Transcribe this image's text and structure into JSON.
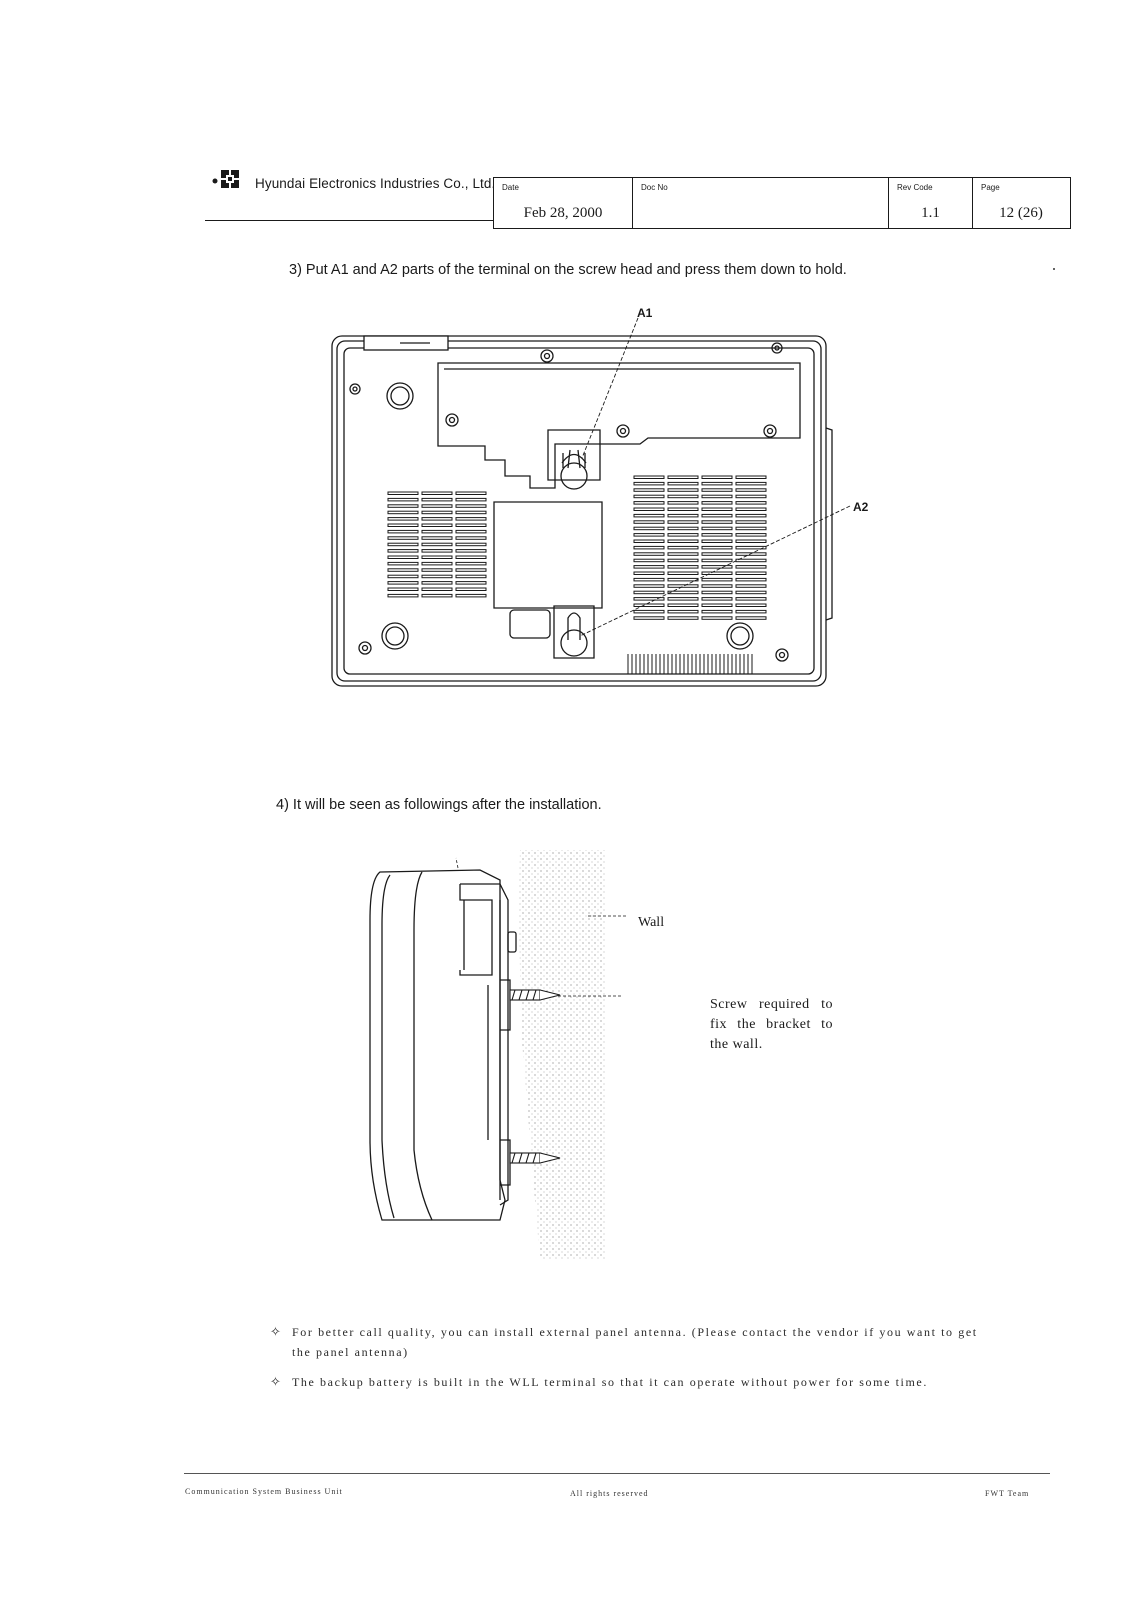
{
  "header": {
    "company_name": "Hyundai Electronics Industries Co., Ltd.",
    "date_label": "Date",
    "date_value": "Feb 28, 2000",
    "docno_label": "Doc No",
    "docno_value": "",
    "rev_label": "Rev Code",
    "rev_value": "1.1",
    "page_label": "Page",
    "page_value": "12 (26)"
  },
  "steps": {
    "step3": "3) Put A1 and A2 parts of the terminal on the screw head and press them down to hold.",
    "step4": "4) It will be seen as followings after the installation."
  },
  "diagram": {
    "label_a1": "A1",
    "label_a2": "A2",
    "label_wall": "Wall",
    "screw_note": "Screw required to fix the bracket to the wall."
  },
  "notes": {
    "bullet": "✧",
    "note1": "For better call quality, you can install external panel antenna. (Please contact the vendor if you want to get the panel antenna)",
    "note2": "The backup battery is built in the WLL terminal so that it can operate without power for some time."
  },
  "footer": {
    "left": "Communication System Business Unit",
    "center": "All rights reserved",
    "right": "FWT Team"
  }
}
